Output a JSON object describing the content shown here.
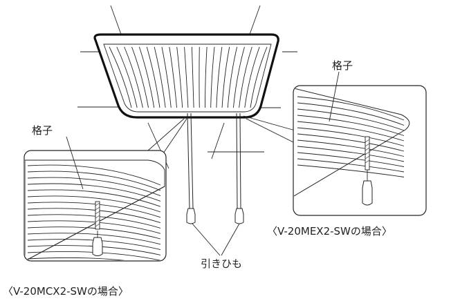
{
  "labels": {
    "grille_left": "格子",
    "grille_right": "格子",
    "pull_cord": "引きひも",
    "caption_left": "〈V-20MCX2-SWの場合〉",
    "caption_right": "〈V-20MEX2-SWの場合〉"
  },
  "colors": {
    "line": "#222222",
    "background": "#ffffff"
  }
}
